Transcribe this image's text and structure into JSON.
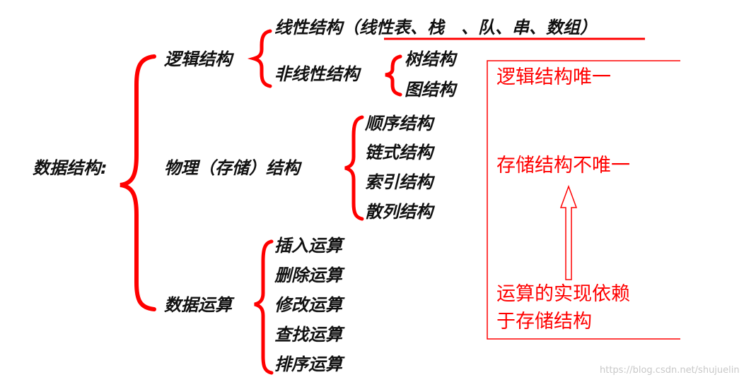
{
  "colors": {
    "text": "#111111",
    "accent": "#ff0000",
    "watermark": "#c8c8c8"
  },
  "root": "数据结构:",
  "logical": {
    "label": "逻辑结构",
    "linear": {
      "label_prefix": "线性结构（",
      "examples": "线性表、栈　、队、串、数组）"
    },
    "nonlinear": {
      "label": "非线性结构",
      "items": [
        "树结构",
        "图结构"
      ]
    }
  },
  "physical": {
    "label": "物理（存储）结构",
    "items": [
      "顺序结构",
      "链式结构",
      "索引结构",
      "散列结构"
    ]
  },
  "operations": {
    "label": "数据运算",
    "items": [
      "插入运算",
      "删除运算",
      "修改运算",
      "查找运算",
      "排序运算"
    ]
  },
  "notes": {
    "logical_unique": "逻辑结构唯一",
    "storage_not_unique": "存储结构不唯一",
    "operation_depends_line1": "运算的实现依赖",
    "operation_depends_line2": "于存储结构"
  },
  "watermark": "https://blog.csdn.net/shujuelin"
}
